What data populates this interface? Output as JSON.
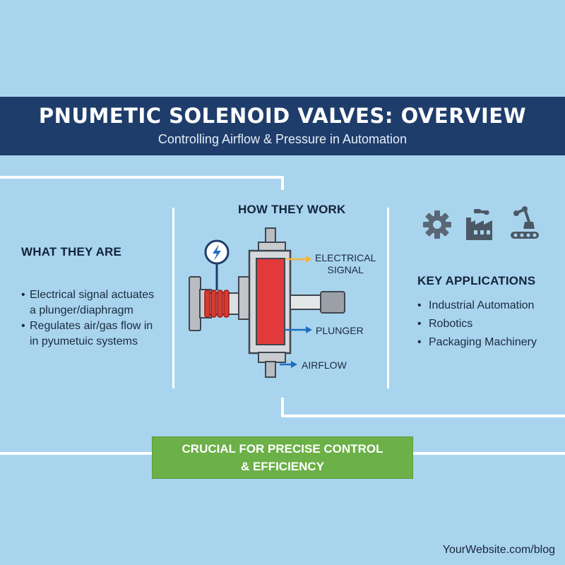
{
  "header": {
    "title": "PNUMETIC SOLENOID VALVES: OVERVIEW",
    "subtitle": "Controlling Airflow & Pressure in Automation"
  },
  "what_they_are": {
    "heading": "WHAT THEY ARE",
    "bullets": [
      "Electrical signal actuates",
      "a plunger/diaphragm",
      "Regulates air/gas flow in",
      "in pyumetuic systems"
    ]
  },
  "how_they_work": {
    "heading": "HOW THEY WORK",
    "labels": {
      "electrical_signal_1": "ELECTRICAL",
      "electrical_signal_2": "SIGNAL",
      "plunger": "PLUNGER",
      "airflow": "AIRFLOW"
    },
    "icons": [
      "lightning-bolt-icon"
    ]
  },
  "key_applications": {
    "heading": "KEY APPLICATIONS",
    "icons": [
      "gear-icon",
      "factory-icon",
      "robot-arm-icon"
    ],
    "items": [
      "Industrial Automation",
      "Robotics",
      "Packaging Machinery"
    ]
  },
  "cta": {
    "line1": "CRUCIAL FOR PRECISE CONTROL",
    "line2": "& EFFICIENCY"
  },
  "footer": {
    "url": "YourWebsite.com/blog"
  },
  "colors": {
    "background": "#a9d4ee",
    "banner": "#1f3d6b",
    "cta": "#6cb048",
    "plunger": "#e23a3a",
    "coil": "#d83a30",
    "signal_arrow": "#f2b640",
    "blue_arrow": "#1f6fc0"
  }
}
